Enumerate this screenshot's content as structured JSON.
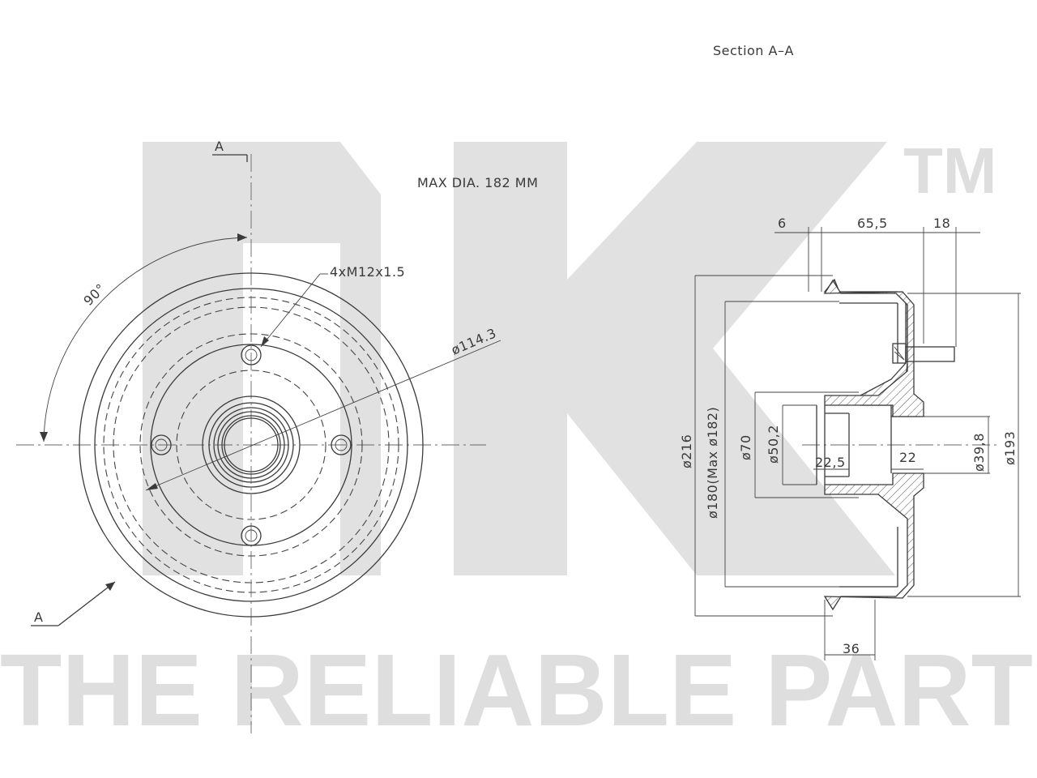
{
  "section_title": "Section  A–A",
  "note_max_dia": "MAX DIA. 182 MM",
  "section_marker": "A",
  "angle": "90°",
  "thread_spec": "4xM12x1.5",
  "pcd": "ø114.3",
  "dims": {
    "flange_thickness": "6",
    "hub_depth": "65,5",
    "stud_length": "18",
    "d_outer": "ø216",
    "d_drum": "ø180(Max ø182)",
    "d_hub": "ø70",
    "d_bore_outer": "ø50,2",
    "bore_depth_left": "22,5",
    "bore_depth_right": "22",
    "d_bore_inner": "ø39,8",
    "d_flange": "ø193",
    "rim_width": "36"
  },
  "watermark": {
    "logo": "NK",
    "trademark": "TM",
    "slogan": "THE RELIABLE PART"
  }
}
